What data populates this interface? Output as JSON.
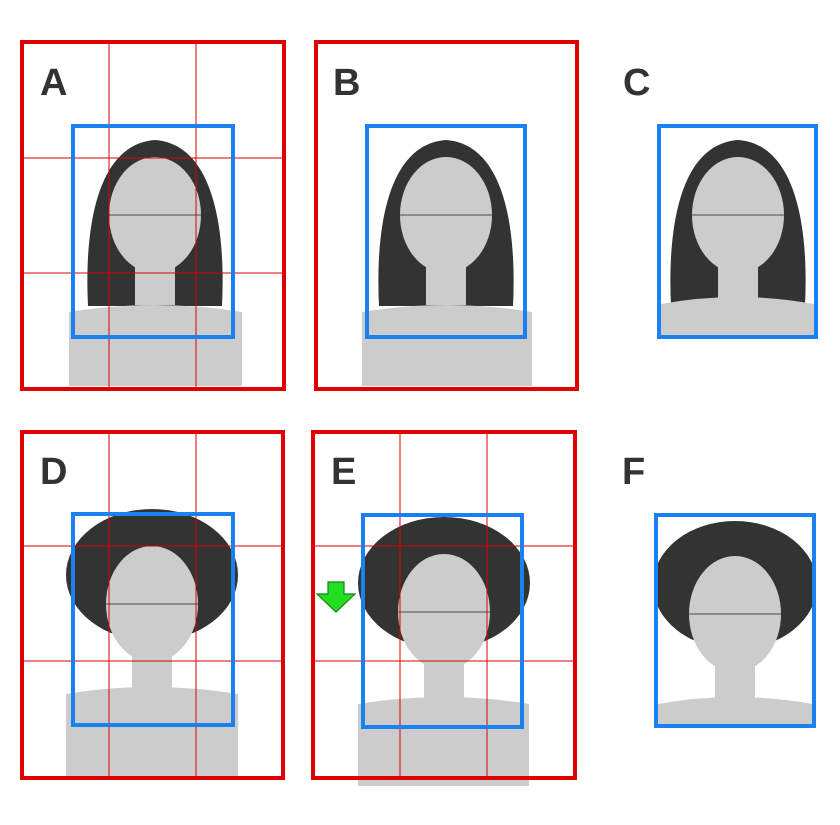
{
  "colors": {
    "background": "#ffffff",
    "crop_frame": "#e00000",
    "grid_lines": "#e00000",
    "photo_frame": "#1a82f0",
    "hair": "#333333",
    "skin_and_body": "#cccccc",
    "eye_line": "#666666",
    "arrow_fill": "#22dd22",
    "arrow_stroke": "#118811",
    "letters": "#333333"
  },
  "panels": [
    {
      "id": "A",
      "label": "A",
      "hair": "long",
      "red_frame": true,
      "grid": true,
      "arrow": false
    },
    {
      "id": "B",
      "label": "B",
      "hair": "long",
      "red_frame": true,
      "grid": false,
      "arrow": false
    },
    {
      "id": "C",
      "label": "C",
      "hair": "long",
      "red_frame": false,
      "grid": false,
      "arrow": false
    },
    {
      "id": "D",
      "label": "D",
      "hair": "volume",
      "red_frame": true,
      "grid": true,
      "arrow": false
    },
    {
      "id": "E",
      "label": "E",
      "hair": "volume",
      "red_frame": true,
      "grid": true,
      "arrow": true,
      "arrow_icon": "down-arrow-icon"
    },
    {
      "id": "F",
      "label": "F",
      "hair": "volume",
      "red_frame": false,
      "grid": false,
      "arrow": false
    }
  ]
}
